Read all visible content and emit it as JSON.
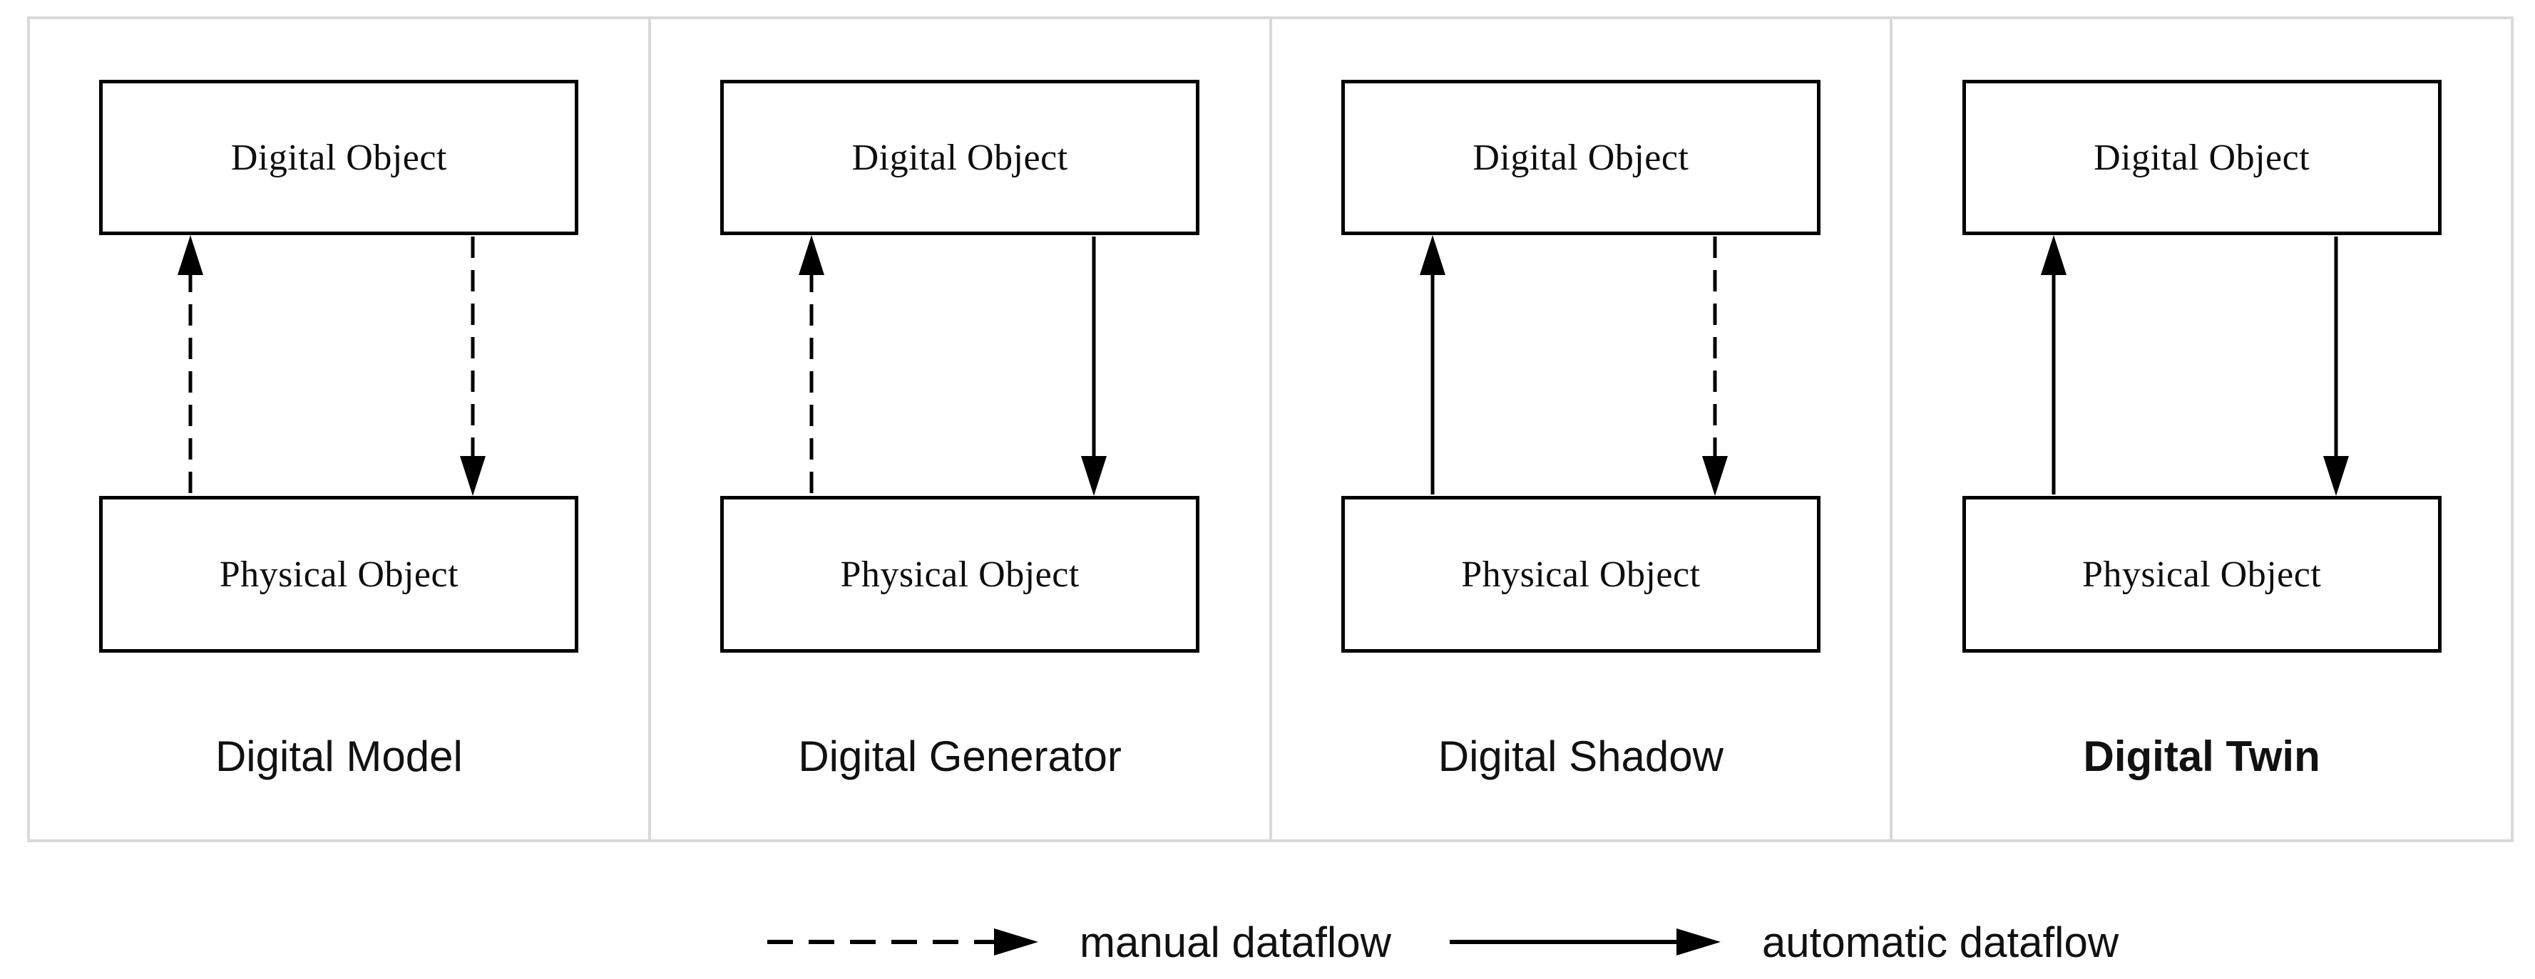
{
  "panels": [
    {
      "label": "Digital Model",
      "label_style": "regular",
      "boxes": {
        "top": "Digital Object",
        "bottom": "Physical Object"
      },
      "upward_flow": "dashed",
      "downward_flow": "dashed"
    },
    {
      "label": "Digital Generator",
      "label_style": "regular",
      "boxes": {
        "top": "Digital Object",
        "bottom": "Physical Object"
      },
      "upward_flow": "dashed",
      "downward_flow": "solid"
    },
    {
      "label": "Digital Shadow",
      "label_style": "regular",
      "boxes": {
        "top": "Digital Object",
        "bottom": "Physical Object"
      },
      "upward_flow": "solid",
      "downward_flow": "dashed"
    },
    {
      "label": "Digital Twin",
      "label_style": "bold",
      "boxes": {
        "top": "Digital Object",
        "bottom": "Physical Object"
      },
      "upward_flow": "solid",
      "downward_flow": "solid"
    }
  ],
  "legend": [
    {
      "style": "dashed",
      "label": "manual dataflow"
    },
    {
      "style": "solid",
      "label": "automatic dataflow"
    }
  ],
  "colors": {
    "line": "#000000",
    "frame_border": "#d9d9d9",
    "background": "#ffffff"
  }
}
